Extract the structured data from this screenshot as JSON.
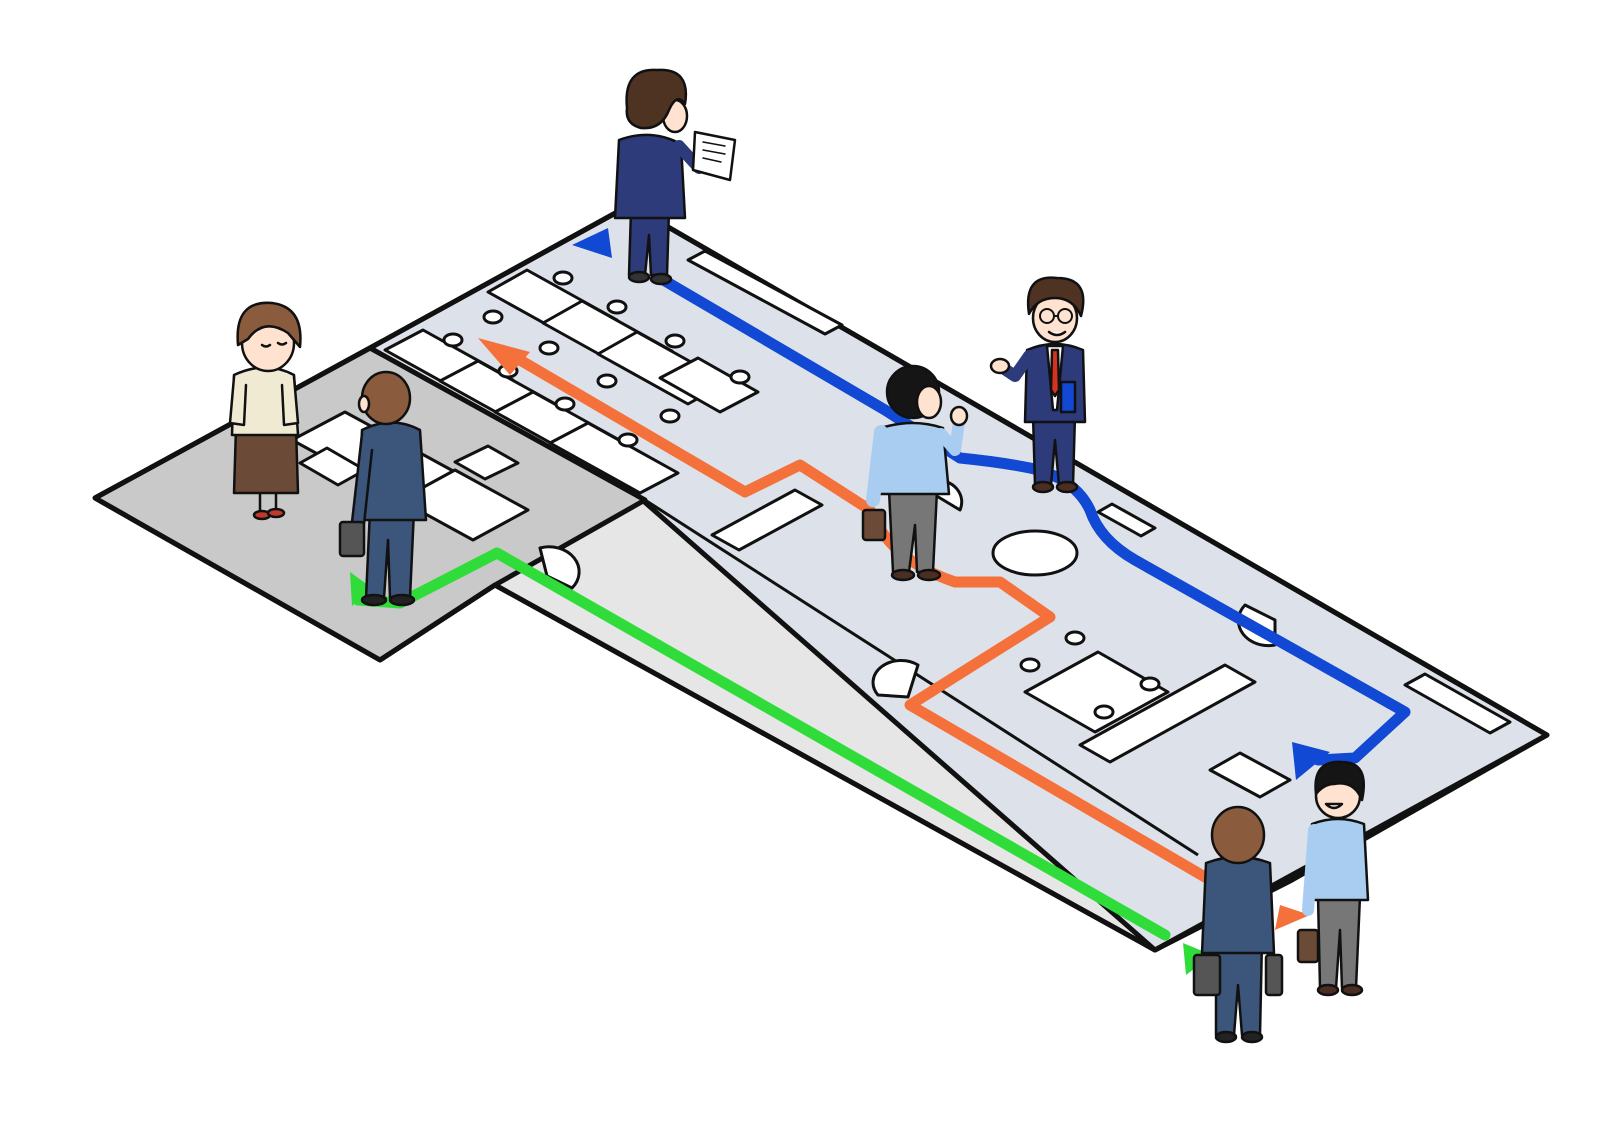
{
  "colors": {
    "background": "#ffffff",
    "outline": "#111111",
    "lobby_floor": "#c9c9c9",
    "hall_floor": "#e6e6e6",
    "office_floor": "#dde2ea",
    "fixture": "#ffffff",
    "route_blue": "#1148d4",
    "route_orange": "#f5713b",
    "route_green": "#2fdc3a",
    "suit_navy": "#2d3b7a",
    "suit_slate": "#3c557a",
    "shirt_light_blue": "#a9cdf0",
    "trousers_gray": "#777777",
    "blouse_cream": "#f1ead2",
    "skirt_brown": "#6b4a37",
    "hair_brown": "#8a5b3c",
    "hair_dark_brown": "#4e3222",
    "hair_black": "#151515",
    "skin": "#ffe2cf"
  },
  "routes": [
    {
      "name": "blue-route",
      "color": "route_blue"
    },
    {
      "name": "orange-route",
      "color": "route_orange"
    },
    {
      "name": "green-route",
      "color": "route_green"
    }
  ],
  "people": [
    {
      "name": "reception-woman",
      "hair": "hair_brown",
      "top": "blouse_cream",
      "bottom": "skirt_brown"
    },
    {
      "name": "visitor-with-briefcase-lobby",
      "hair": "hair_brown",
      "top": "suit_slate",
      "bottom": "suit_slate"
    },
    {
      "name": "man-reading-document",
      "hair": "hair_dark_brown",
      "top": "suit_navy",
      "bottom": "suit_navy"
    },
    {
      "name": "man-with-glasses-gesturing",
      "hair": "hair_dark_brown",
      "top": "suit_navy",
      "bottom": "suit_navy"
    },
    {
      "name": "man-light-blue-shirt-waving",
      "hair": "hair_black",
      "top": "shirt_light_blue",
      "bottom": "trousers_gray"
    },
    {
      "name": "visitor-with-briefcase-exit",
      "hair": "hair_brown",
      "top": "suit_slate",
      "bottom": "suit_slate"
    },
    {
      "name": "man-light-blue-shirt-smiling",
      "hair": "hair_black",
      "top": "shirt_light_blue",
      "bottom": "trousers_gray"
    }
  ]
}
